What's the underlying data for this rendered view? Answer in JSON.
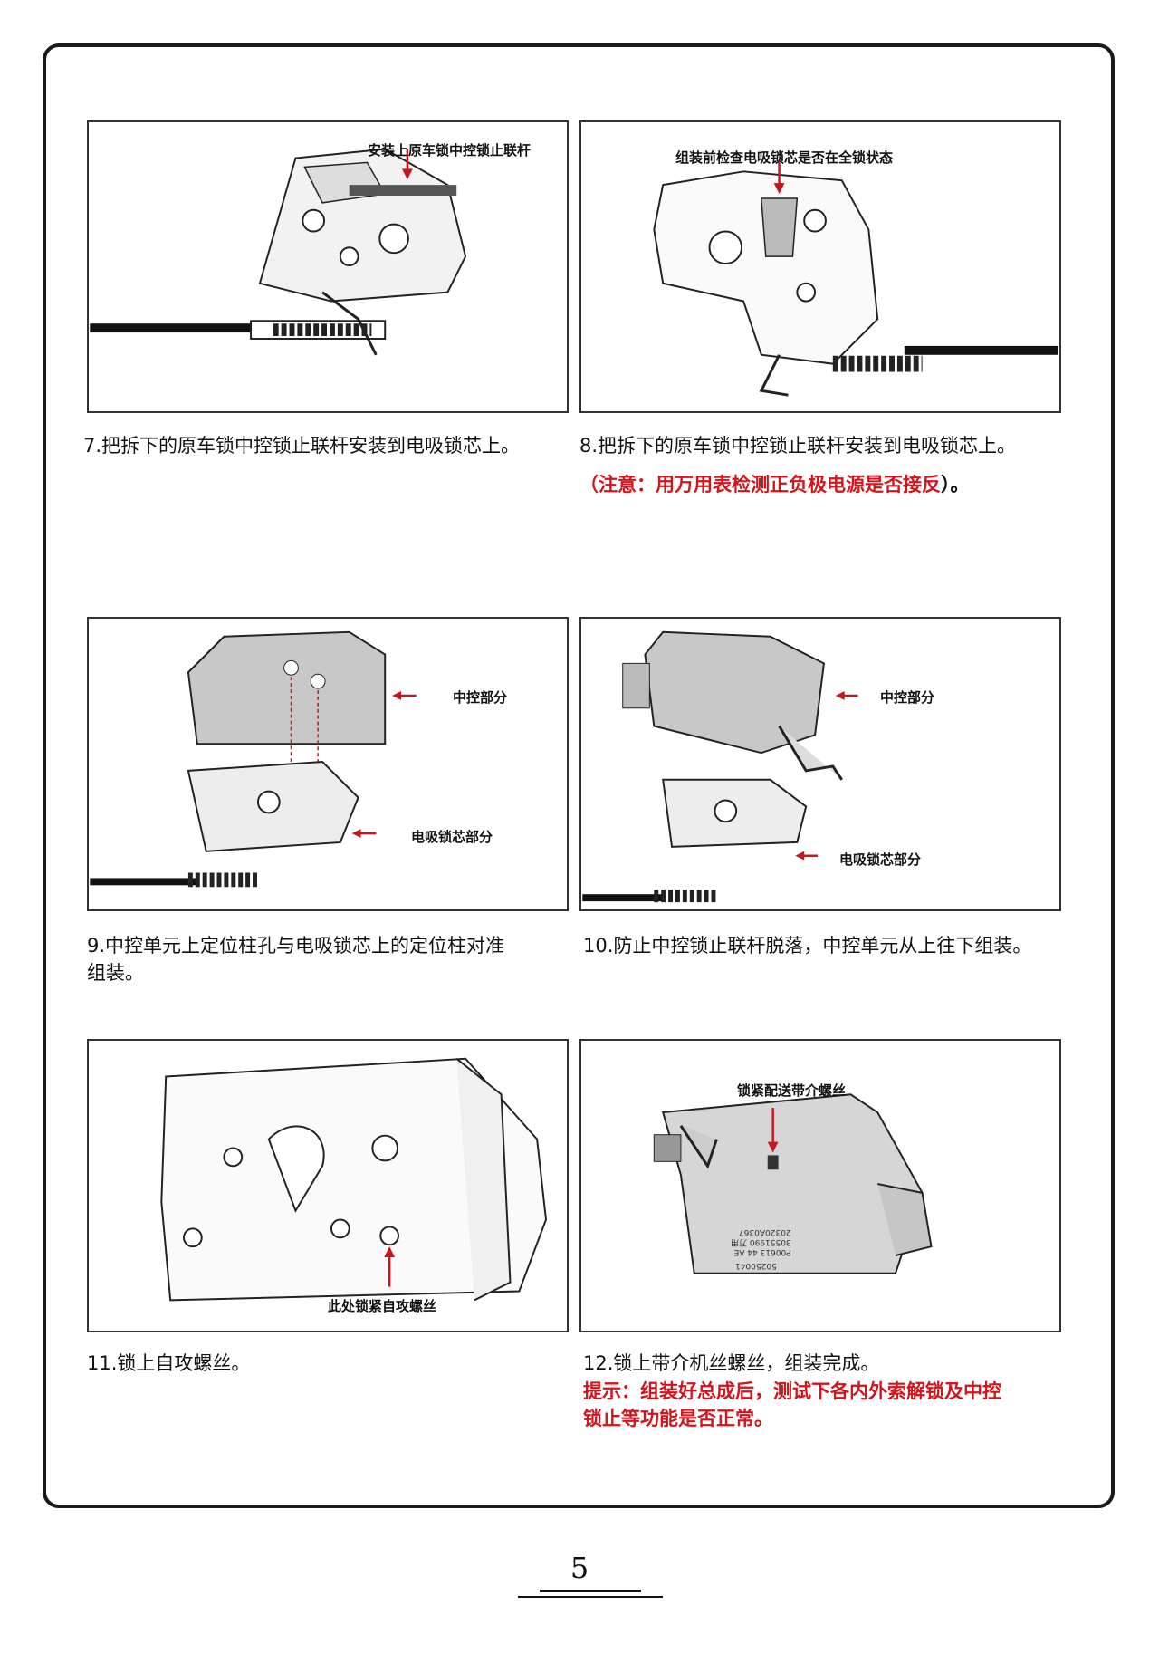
{
  "panels": {
    "p7": {
      "callout": "安装上原车锁中控锁止联杆"
    },
    "p8": {
      "callout": "组装前检查电吸锁芯是否在全锁状态"
    },
    "p9": {
      "callout_top": "中控部分",
      "callout_bottom": "电吸锁芯部分"
    },
    "p10": {
      "callout_top": "中控部分",
      "callout_bottom": "电吸锁芯部分"
    },
    "p11": {
      "callout": "此处锁紧自攻螺丝"
    },
    "p12": {
      "callout": "锁紧配送带介螺丝",
      "part_text_1": "P00613 44 AE",
      "part_text_2": "30551990 万用",
      "part_text_3": "20320A0367",
      "part_text_4": "50250041"
    }
  },
  "captions": {
    "c7": "7.把拆下的原车锁中控锁止联杆安装到电吸锁芯上。",
    "c8": "8.把拆下的原车锁中控锁止联杆安装到电吸锁芯上。",
    "c8_note_open": "（",
    "c8_note": "注意：用万用表检测正负极电源是否接反",
    "c8_note_close": "）。",
    "c9_line1": "9.中控单元上定位柱孔与电吸锁芯上的定位柱对准",
    "c9_line2": "组装。",
    "c10": "10.防止中控锁止联杆脱落，中控单元从上往下组装。",
    "c11": "11.锁上自攻螺丝。",
    "c12": "12.锁上带介机丝螺丝，组装完成。",
    "c12_tip_line1": "提示：组装好总成后，测试下各内外索解锁及中控",
    "c12_tip_line2": "锁止等功能是否正常。"
  },
  "page": {
    "number": "5"
  },
  "colors": {
    "accent_red": "#d4141c",
    "border": "#1a1a1a",
    "arrow_red": "#c8161d"
  }
}
